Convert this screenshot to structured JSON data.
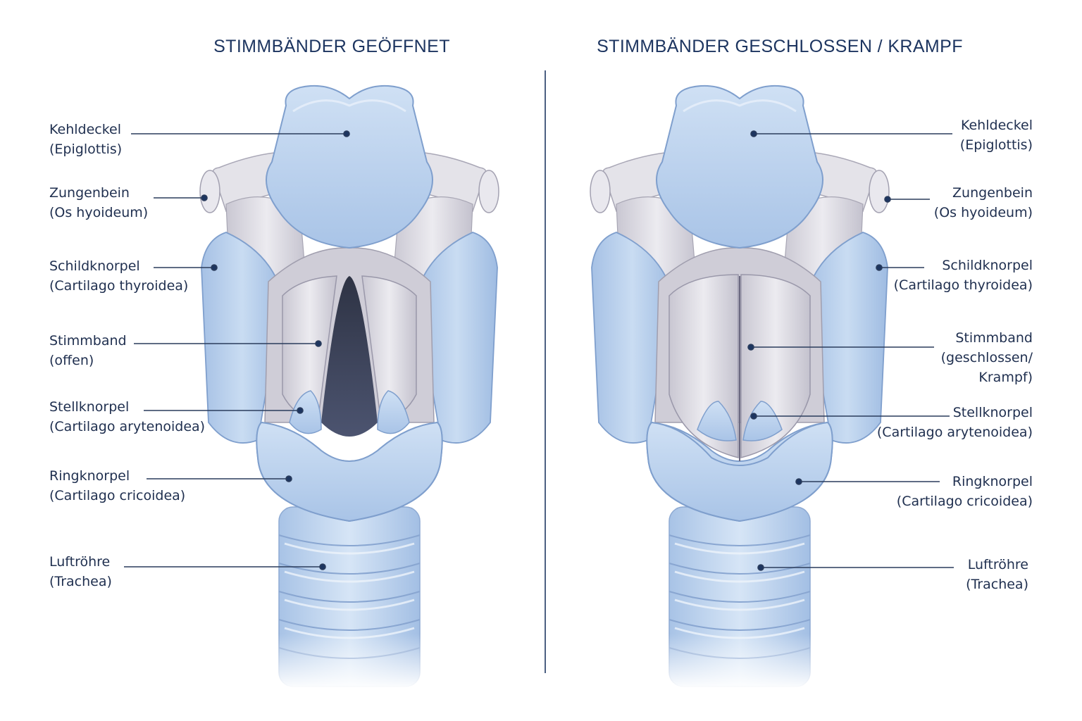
{
  "panels": {
    "open": {
      "title": "STIMMBÄNDER GEÖFFNET",
      "labels": [
        {
          "key": "epiglottis",
          "lines": [
            "Kehldeckel",
            "(Epiglottis)"
          ]
        },
        {
          "key": "hyoid",
          "lines": [
            "Zungenbein",
            "(Os hyoideum)"
          ]
        },
        {
          "key": "thyroid",
          "lines": [
            "Schildknorpel",
            "(Cartilago thyroidea)"
          ]
        },
        {
          "key": "vocal",
          "lines": [
            "Stimmband",
            "(offen)"
          ]
        },
        {
          "key": "arytenoid",
          "lines": [
            "Stellknorpel",
            "(Cartilago arytenoidea)"
          ]
        },
        {
          "key": "cricoid",
          "lines": [
            "Ringknorpel",
            "(Cartilago cricoidea)"
          ]
        },
        {
          "key": "trachea",
          "lines": [
            "Luftröhre",
            "(Trachea)"
          ]
        }
      ]
    },
    "closed": {
      "title": "STIMMBÄNDER GESCHLOSSEN / KRAMPF",
      "labels": [
        {
          "key": "epiglottis",
          "lines": [
            "Kehldeckel",
            "(Epiglottis)"
          ]
        },
        {
          "key": "hyoid",
          "lines": [
            "Zungenbein",
            "(Os hyoideum)"
          ]
        },
        {
          "key": "thyroid",
          "lines": [
            "Schildknorpel",
            "(Cartilago thyroidea)"
          ]
        },
        {
          "key": "vocal",
          "lines": [
            "Stimmband",
            "(geschlossen/",
            "Krampf)"
          ]
        },
        {
          "key": "arytenoid",
          "lines": [
            "Stellknorpel",
            "(Cartilago arytenoidea)"
          ]
        },
        {
          "key": "cricoid",
          "lines": [
            "Ringknorpel",
            "(Cartilago cricoidea)"
          ]
        },
        {
          "key": "trachea",
          "lines": [
            "Luftröhre",
            "(Trachea)"
          ]
        }
      ]
    }
  },
  "colors": {
    "cartilage": "#b9d0ec",
    "cartilage_dark": "#8fb0da",
    "cartilage_light": "#dae7f6",
    "tissue": "#d8d7df",
    "tissue_dark": "#b5b3c0",
    "airway": "#3c4256",
    "ink": "#1d3560",
    "leader": "#2a3c5c"
  }
}
